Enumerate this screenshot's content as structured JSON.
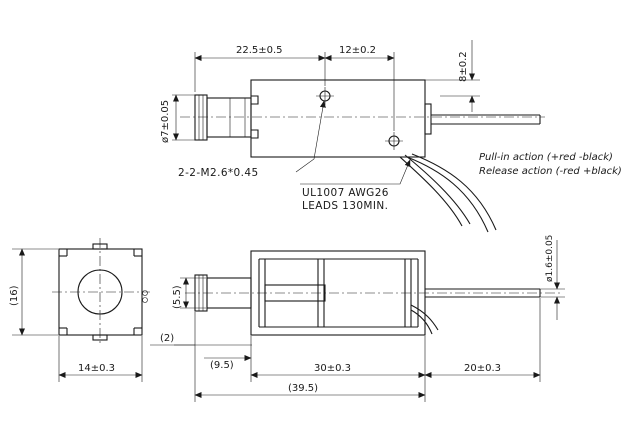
{
  "top_view": {
    "dim_body_length": "22.5±0.5",
    "dim_hole_spacing": "12±0.2",
    "dim_hole_offset": "8±0.2",
    "dim_plunger_dia": "ø7±0.05",
    "thread_note": "2-2-M2.6*0.45",
    "lead_spec_line1": "UL1007 AWG26",
    "lead_spec_line2": "LEADS 130MIN."
  },
  "notes": {
    "pull_in": "Pull-in action (+red -black)",
    "release": "Release action (-red +black)"
  },
  "end_view": {
    "dim_height": "(16)",
    "dim_width": "14±0.3"
  },
  "side_view": {
    "dim_plunger_height": "(5.5)",
    "dim_small_offset": "(2)",
    "dim_plunger_protrusion": "(9.5)",
    "dim_body_length": "30±0.3",
    "dim_shaft_length": "20±0.3",
    "dim_overall_length": "(39.5)",
    "dim_shaft_dia": "ø1.6±0.05"
  }
}
